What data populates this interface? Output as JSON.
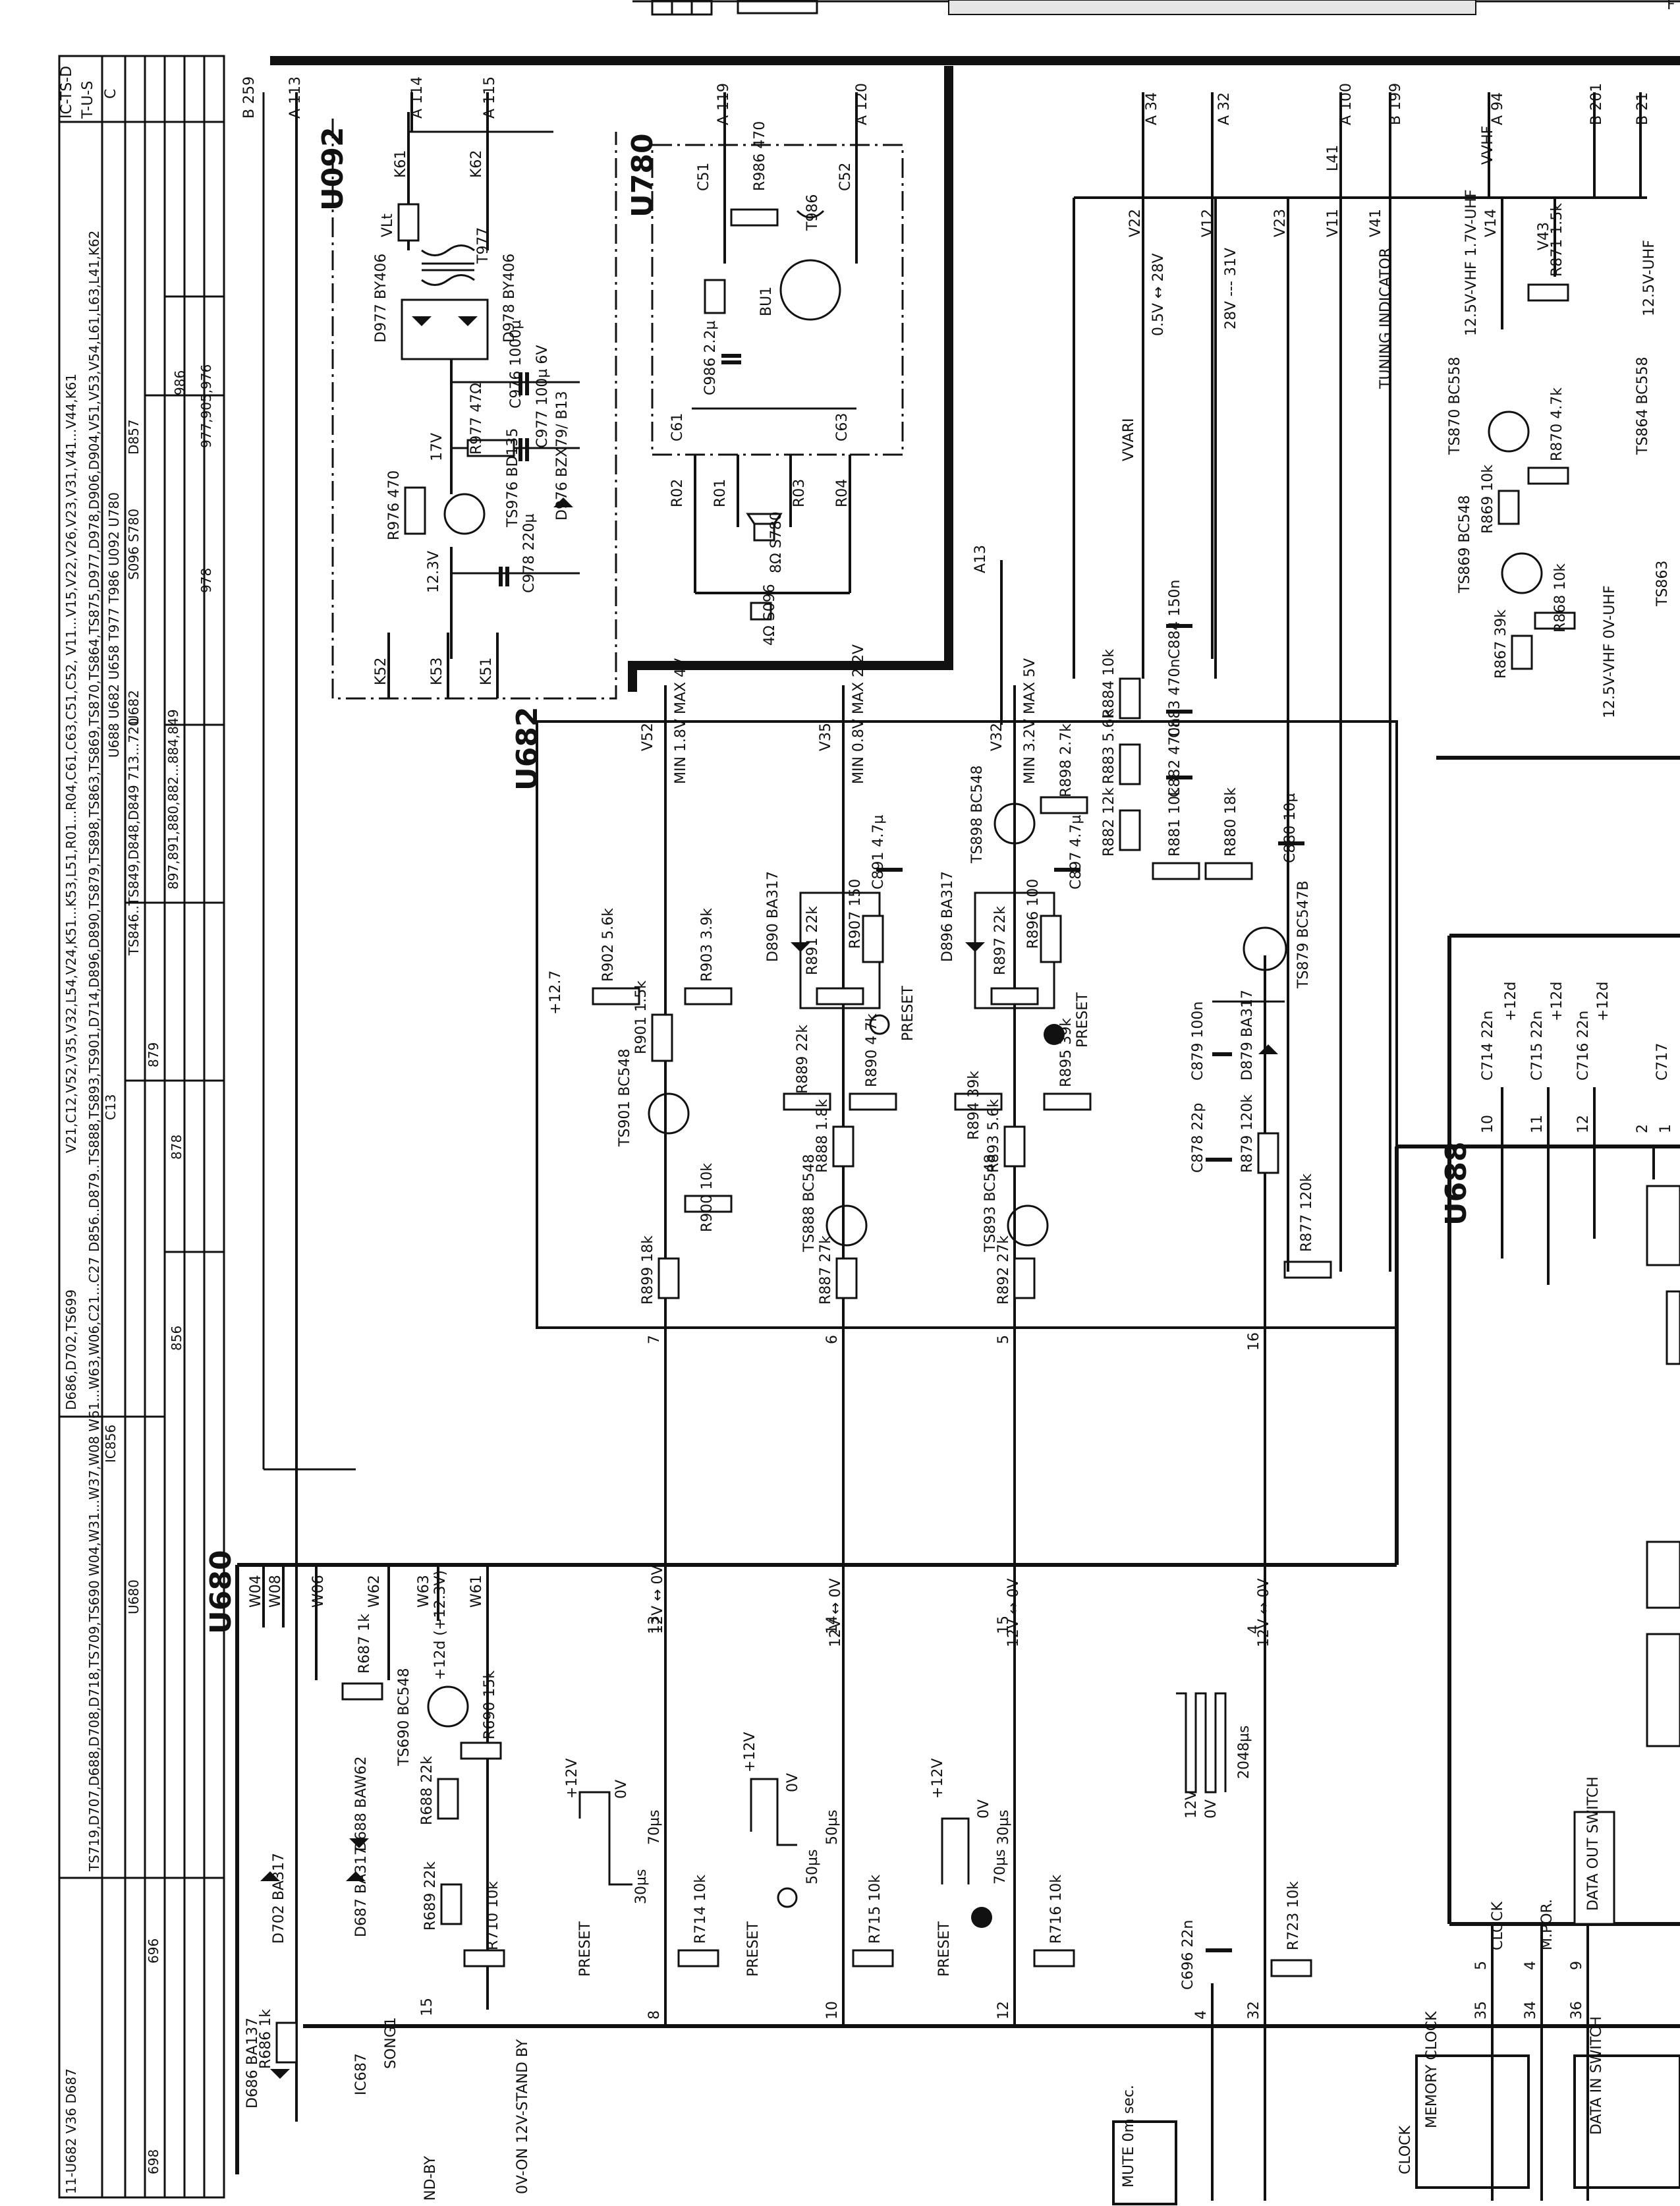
{
  "header_table": {
    "rows": [
      {
        "label": "V21,C12,V52,V35,V32,L54,V24,K51...K53,L51,R01...R04,C61,C63,C51,C52, V11...V15,V22,V26,V23,V31,V41...V44,K61",
        "right": "IC-TS-D"
      },
      {
        "label": "D856..D879..TS888,TS893,TS901,D714,D896,D890,TS879,TS898,TS863,TS869,TS870,TS864,TS875,D977,D978,D906,D904,V51,V53,V54,L61,L63,L41,K62",
        "right": "T-U-S"
      },
      {
        "label": "U688   U682   U658 T977 T986 U092 U780",
        "right": "C"
      }
    ],
    "col_headers": [
      "C13",
      "IC856",
      "U680",
      "696",
      "698",
      "856",
      "878",
      "879",
      "986",
      "978",
      "U682",
      "D857",
      "S096 S780"
    ],
    "side_rows": [
      "11-U682 V36   D687",
      "TS719,D707,D688,D708,D718,TS709,TS690   W04,W31...W37,W08   W61...W63,W06,C21...C27",
      "D686,D702,TS699",
      "TS846..TS849,D848,D849   713...720",
      "897,891,880,882...884,849",
      "977,905,976"
    ],
    "top_right_mark": "F"
  },
  "blocks": {
    "u092": "U092",
    "u780": "U780",
    "u682": "U682",
    "u680": "U680",
    "u688": "U688"
  },
  "connectors_top": [
    "A 113",
    "B 259",
    "A 114",
    "A 115",
    "A 119",
    "A 120",
    "A 34",
    "A 32",
    "A 100",
    "B 199",
    "A 94",
    "B 201",
    "B 21"
  ],
  "u092": {
    "VLt": "VLt",
    "K61": "K61",
    "K62": "K62",
    "T977": "T977",
    "D977": "D977 BY406",
    "D978": "D978 BY406",
    "C976": "C976 1000µ",
    "C977": "C977 100µ 6V",
    "R977": "R977 47Ω",
    "TS976": "TS976 BD135",
    "D976": "D976 BZX79/ B13",
    "R976": "R976 470",
    "C978": "C978 220µ",
    "v17": "17V",
    "v123": "12.3V",
    "K52": "K52",
    "K53": "K53",
    "K51": "K51"
  },
  "u780": {
    "C51": "C51",
    "R986": "R986 470",
    "T986": "T986",
    "C52": "C52",
    "BU1": "BU1",
    "C986": "C986 2.2µ",
    "C61": "C61",
    "C63": "C63",
    "R02": "R02",
    "R01": "R01",
    "R03": "R03",
    "R04": "R04",
    "S780": "8Ω S780",
    "S096": "4Ω S096",
    "A13": "A13"
  },
  "u682": {
    "V52": "V52",
    "V52v": "MIN 1.8V MAX 4V",
    "V35": "V35",
    "V35v": "MIN 0.8V MAX 2.2V",
    "V32": "V32",
    "V32v": "MIN 3.2V MAX 5V",
    "R898": "R898 2.7k",
    "TS898": "TS898 BC548",
    "C897": "C897 4.7µ",
    "C891": "C891 4.7µ",
    "D890": "D890 BA317",
    "D896": "D896 BA317",
    "R891": "R891 22k",
    "R897": "R897 22k",
    "R907": "R907 150",
    "R896": "R896 100",
    "PRESET": "PRESET",
    "R902": "R902 5.6k",
    "R903": "R903 3.9k",
    "R901": "R901 1.5k",
    "TS901": "TS901 BC548",
    "R889": "R889 22k",
    "R890": "R890 4.7k",
    "R888": "R888 1.8k",
    "R894": "R894 39k",
    "R895": "R895 39k",
    "R893": "R893 5.6k",
    "R900": "R900 10k",
    "TS888": "TS888 BC548",
    "TS893": "TS893 BC548",
    "R899": "R899 18k",
    "R887": "R887 27k",
    "R892": "R892 27k",
    "v127": "+12.7",
    "R884": "R884 10k",
    "R883": "R883 5.6k",
    "R882": "R882 12k",
    "R881": "R881 10k",
    "R880": "R880 18k",
    "C884": "C884 150n",
    "C883": "C883 470n",
    "C882": "C882 470n",
    "C880": "C880 10µ",
    "TS879": "TS879 BC547B",
    "C879": "C879 100n",
    "D879": "D879 BA317",
    "C878": "C878 22p",
    "R879": "R879 120k",
    "R877": "R877 120k",
    "pins": [
      "7",
      "6",
      "5",
      "16"
    ]
  },
  "right": {
    "V22": "V22",
    "V12": "V12",
    "V23": "V23",
    "V11": "V11",
    "V41": "V41",
    "L41": "L41",
    "r1": "0.5V ↔ 28V",
    "r2": "28V --- 31V",
    "vvari": "VVARI",
    "tuning": "TUNING INDICATOR",
    "V14": "V14",
    "V43": "V43",
    "VVHF": "VVHF",
    "vhf1": "12.5V-VHF 1.7V-UHF",
    "R871": "R871 1.5k",
    "TS870": "TS870 BC558",
    "R870": "R870 4.7k",
    "R869": "R869 10k",
    "TS869": "TS869 BC548",
    "R868": "R868 10k",
    "R867": "R867 39k",
    "vhf2": "12.5V-VHF 0V-UHF",
    "TS864": "TS864 BC558",
    "TS863": "TS863",
    "uhf": "12.5V-UHF",
    "C714": "C714 22n",
    "C715": "C715 22n",
    "C716": "C716 22n",
    "C717": "C717",
    "p12d": "+12d"
  },
  "u680": {
    "W04": "W04",
    "W08": "W08",
    "W06": "W06",
    "W62": "W62",
    "W63": "W63",
    "W61": "W61",
    "R687": "R687 1k",
    "TS690": "TS690 BC548",
    "R690": "R690 15k",
    "v12d": "+12d (+12.3V)",
    "D688": "D688 BAW62",
    "R688": "R688 22k",
    "D687": "D687 BA317",
    "R689": "R689 22k",
    "D702": "D702 BA317",
    "R710": "R710 10k",
    "R714": "R714 10k",
    "R715": "R715 10k",
    "R716": "R716 10k",
    "D686": "D686 BA137",
    "R686": "R686 1k",
    "IC687": "IC687",
    "SONG1": "SONG1",
    "on": "0V-ON 12V-STAND BY",
    "standby": "ND-BY",
    "b13": "12V ↔ 0V",
    "pins": [
      "13",
      "14",
      "15",
      "4"
    ],
    "v12": "+12V",
    "v0": "0V",
    "t30": "30µs",
    "t70": "70µs",
    "t50": "50µs",
    "t2048": "2048µs",
    "v12s": "12V",
    "v0s": "0V",
    "C696": "C696 22n",
    "R723": "R723 10k",
    "bpins": [
      "15",
      "8",
      "10",
      "12",
      "4",
      "32",
      "35",
      "34",
      "36"
    ]
  },
  "u688": {
    "clock": "CLOCK",
    "mpor": "M.POR.",
    "dataout": "DATA OUT SWITCH",
    "memclock": "MEMORY CLOCK",
    "datain": "DATA IN SWITCH",
    "clock2": "CLOCK",
    "mute": "MUTE 0m sec.",
    "pins": [
      "5",
      "4",
      "9",
      "10",
      "11",
      "12",
      "2",
      "1"
    ]
  }
}
